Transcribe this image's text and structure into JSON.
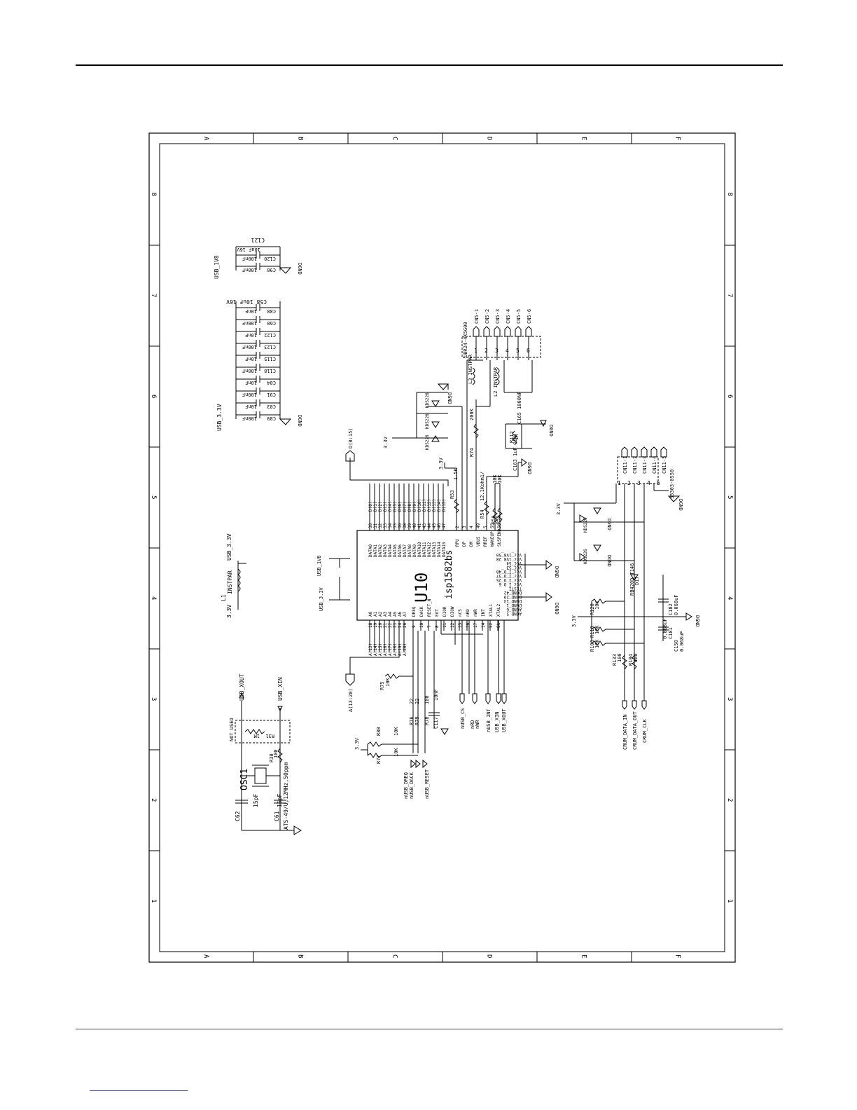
{
  "border": {
    "col_letters": [
      "A",
      "B",
      "C",
      "D",
      "E",
      "F"
    ],
    "row_numbers": [
      "8",
      "7",
      "6",
      "5",
      "4",
      "3",
      "2",
      "1"
    ]
  },
  "ic": {
    "ref": "U10",
    "part": "isp1582bs"
  },
  "nets": {
    "usb_1v8": "USB_1V8",
    "usb_3v3_left": "USB_3.3V",
    "usb_3v3_caps": "USB_3.3V",
    "v3_3_a": "3.3V",
    "v3_3_b": "3.3V",
    "v3_3_c": "3.3V",
    "v3_3_d": "3.3V",
    "usb_xout": "USB_XOUT",
    "usb_xin": "USB_XIN",
    "data_bus": "D(0:15)",
    "addr_bus": "A(13:20)",
    "dgnd": "DGND",
    "nusb_dreq": "nUSB_DREQ",
    "nusb_dack": "nUSB_DACK",
    "nusb_reset": "nUSB_RESET",
    "nusb_cs": "nUSB_CS",
    "nrd": "nRD",
    "nwr": "nWR",
    "nusb_int": "nUSB_INT",
    "usb_xin2": "USB_XIN",
    "usb_xout2": "USB_XOUT",
    "crum_data_in": "CRUM_DATA_IN",
    "crum_data_out": "CRUM_DATA_OUT",
    "crum_clk": "CRUM_CLK"
  },
  "parts": {
    "osc": "OSC1",
    "osc_spec": "ATS-49/U,12MHz,50ppm",
    "not_used": "NOT USED",
    "r30": "R30",
    "r30_val": "100",
    "r31": "R31",
    "r31_val": "1M",
    "c61": "C61",
    "c62": "C62",
    "cap_15pf": "15pF",
    "l1": "L1",
    "instpar": "INSTPAR",
    "c121": "C121",
    "c121_val": "10uF 16V",
    "c58": "C58 10uF 16V",
    "l3": "L3 INSTPAR",
    "l2": "L2 INSTPAR",
    "usb_conn": "UBR24-4K5G00",
    "crum_conn": "35303-0550",
    "d17": "D17",
    "rb420d": "RB420D T146",
    "r74": "R74",
    "r74_val": "200K",
    "r112": "R112",
    "r112_val": "1M",
    "c165": "C165 1000NF",
    "c163": "C163 1uF 16V",
    "r53": "R53",
    "r53_val": "1.5K",
    "r54": "R54",
    "r54_val": "12.1Kohm1/",
    "r56": "R56",
    "r55": "R55",
    "val_10k": "10K",
    "r75": "R75",
    "r80": "R80",
    "r77": "R77",
    "r76": "R76",
    "r79": "R79",
    "val_22": "22",
    "r78": "R78",
    "r78_val": "100",
    "c117": "C117",
    "c117_val": "10nF",
    "r120": "R120",
    "r119": "R119",
    "r103": "R103",
    "r133": "R133",
    "r104": "R104",
    "val_100": "100",
    "c182": "C182",
    "c181": "C181",
    "c150": "C150",
    "val_068": "0.068uF",
    "ksd": "KDS226"
  },
  "decoupling_caps": [
    {
      "ref": "C89",
      "val": "100nF"
    },
    {
      "ref": "C83",
      "val": "10nF"
    },
    {
      "ref": "C91",
      "val": "100nF"
    },
    {
      "ref": "C84",
      "val": "10nF"
    },
    {
      "ref": "C118",
      "val": "100nF"
    },
    {
      "ref": "C115",
      "val": "10nF"
    },
    {
      "ref": "C123",
      "val": "100nF"
    },
    {
      "ref": "C122",
      "val": "10nF"
    },
    {
      "ref": "C60",
      "val": "100nF"
    },
    {
      "ref": "C88",
      "val": "10nF"
    }
  ],
  "caps_1v8": [
    {
      "ref": "C90",
      "val": "100nF"
    },
    {
      "ref": "C120",
      "val": "100nF"
    }
  ],
  "usb_pins": [
    "CN5-1",
    "CN5-2",
    "CN5-3",
    "CN5-4",
    "CN5-5",
    "CN5-6"
  ],
  "crum_pins": [
    "CN11-1",
    "CN11-2",
    "CN11-3",
    "CN11-4",
    "CN11-5"
  ],
  "data_pins": [
    {
      "name": "DATA0",
      "num": "30",
      "net": "D(0)"
    },
    {
      "name": "DATA1",
      "num": "31",
      "net": "D(1)"
    },
    {
      "name": "DATA2",
      "num": "32",
      "net": "D(2)"
    },
    {
      "name": "DATA3",
      "num": "33",
      "net": "D(3)"
    },
    {
      "name": "DATA4",
      "num": "34",
      "net": "D(4)"
    },
    {
      "name": "DATA5",
      "num": "35",
      "net": "D(5)"
    },
    {
      "name": "DATA6",
      "num": "36",
      "net": "D(6)"
    },
    {
      "name": "DATA7",
      "num": "38",
      "net": "D(7)"
    },
    {
      "name": "DATA8",
      "num": "39",
      "net": "D(8)"
    },
    {
      "name": "DATA9",
      "num": "40",
      "net": "D(9)"
    },
    {
      "name": "DATA10",
      "num": "41",
      "net": "D(10)"
    },
    {
      "name": "DATA11",
      "num": "43",
      "net": "D(11)"
    },
    {
      "name": "DATA12",
      "num": "44",
      "net": "D(12)"
    },
    {
      "name": "DATA13",
      "num": "45",
      "net": "D(13)"
    },
    {
      "name": "DATA14",
      "num": "46",
      "net": "D(14)"
    },
    {
      "name": "DATA15",
      "num": "47",
      "net": "D(15)"
    }
  ],
  "addr_pins": [
    {
      "name": "A0",
      "num": "18",
      "net": "A(13)"
    },
    {
      "name": "A1",
      "num": "19",
      "net": "A(14)"
    },
    {
      "name": "A2",
      "num": "20",
      "net": "A(15)"
    },
    {
      "name": "A3",
      "num": "21",
      "net": "A(16)"
    },
    {
      "name": "A4",
      "num": "22",
      "net": "A(17)"
    },
    {
      "name": "A5",
      "num": "23",
      "net": "A(18)"
    },
    {
      "name": "A6",
      "num": "24",
      "net": "A(19)"
    },
    {
      "name": "A7",
      "num": "26",
      "net": "A(20)"
    }
  ],
  "ctrl_pins": [
    {
      "name": "DREQ",
      "num": "9"
    },
    {
      "name": "DACK",
      "num": "10"
    },
    {
      "name": "RESET_N",
      "num": "7"
    },
    {
      "name": "EOT",
      "num": "8"
    },
    {
      "name": "DIOR",
      "num": "11"
    },
    {
      "name": "DIOW",
      "num": "12"
    },
    {
      "name": "nCS",
      "num": "15"
    },
    {
      "name": "nRD",
      "num": "16"
    },
    {
      "name": "nWR",
      "num": "17"
    },
    {
      "name": "INT",
      "num": "14"
    },
    {
      "name": "XTAL1",
      "num": "52"
    },
    {
      "name": "XTAL2",
      "num": "51"
    }
  ],
  "right_pins": [
    {
      "name": "RPU",
      "num": "2"
    },
    {
      "name": "DP",
      "num": "3"
    },
    {
      "name": "DM",
      "num": "4"
    },
    {
      "name": "VBUS",
      "num": "49"
    },
    {
      "name": "RREF",
      "num": "5"
    },
    {
      "name": "WAKEUP",
      "num": "55"
    },
    {
      "name": "SUSPEND",
      "num": "56"
    }
  ],
  "power_pins": [
    "Vcc_1V8_50",
    "Vcc_1V8_28",
    "VCC_54",
    "VCC_53",
    "Vcc_I_O_48",
    "Vcc_I_O_37",
    "Vcc_I_O_25",
    "Vcc_I_O_6",
    "TEST1",
    "DGND_42",
    "DGND_29",
    "DGND_13",
    "DGND_1",
    "AGND_6",
    "AGND_5"
  ]
}
